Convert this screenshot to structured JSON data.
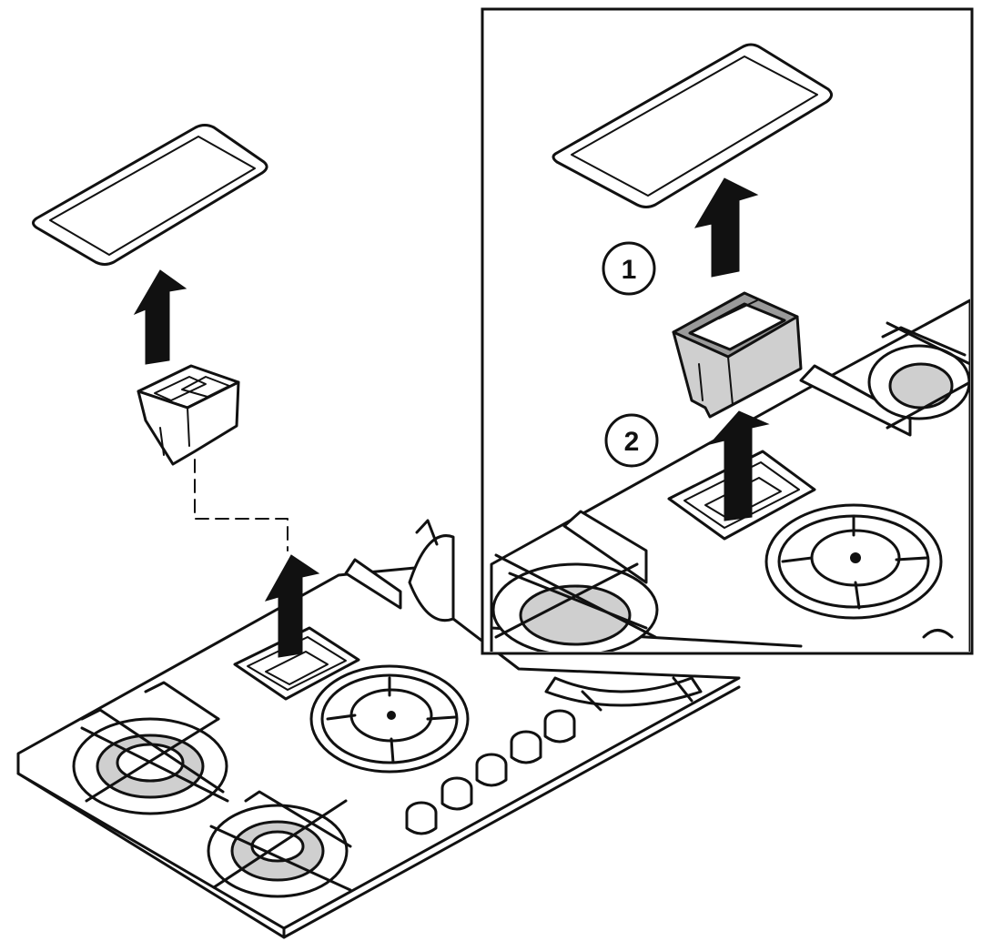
{
  "diagram": {
    "callouts": [
      {
        "id": "step-1",
        "label": "1"
      },
      {
        "id": "step-2",
        "label": "2"
      }
    ],
    "colors": {
      "ink": "#111111",
      "background": "#ffffff",
      "filter_shade": "#cfcfcf"
    },
    "icons": [
      "lift-arrow-icon",
      "filter-cover-icon",
      "grease-filter-icon",
      "gas-burner-icon",
      "control-knob-icon"
    ]
  }
}
